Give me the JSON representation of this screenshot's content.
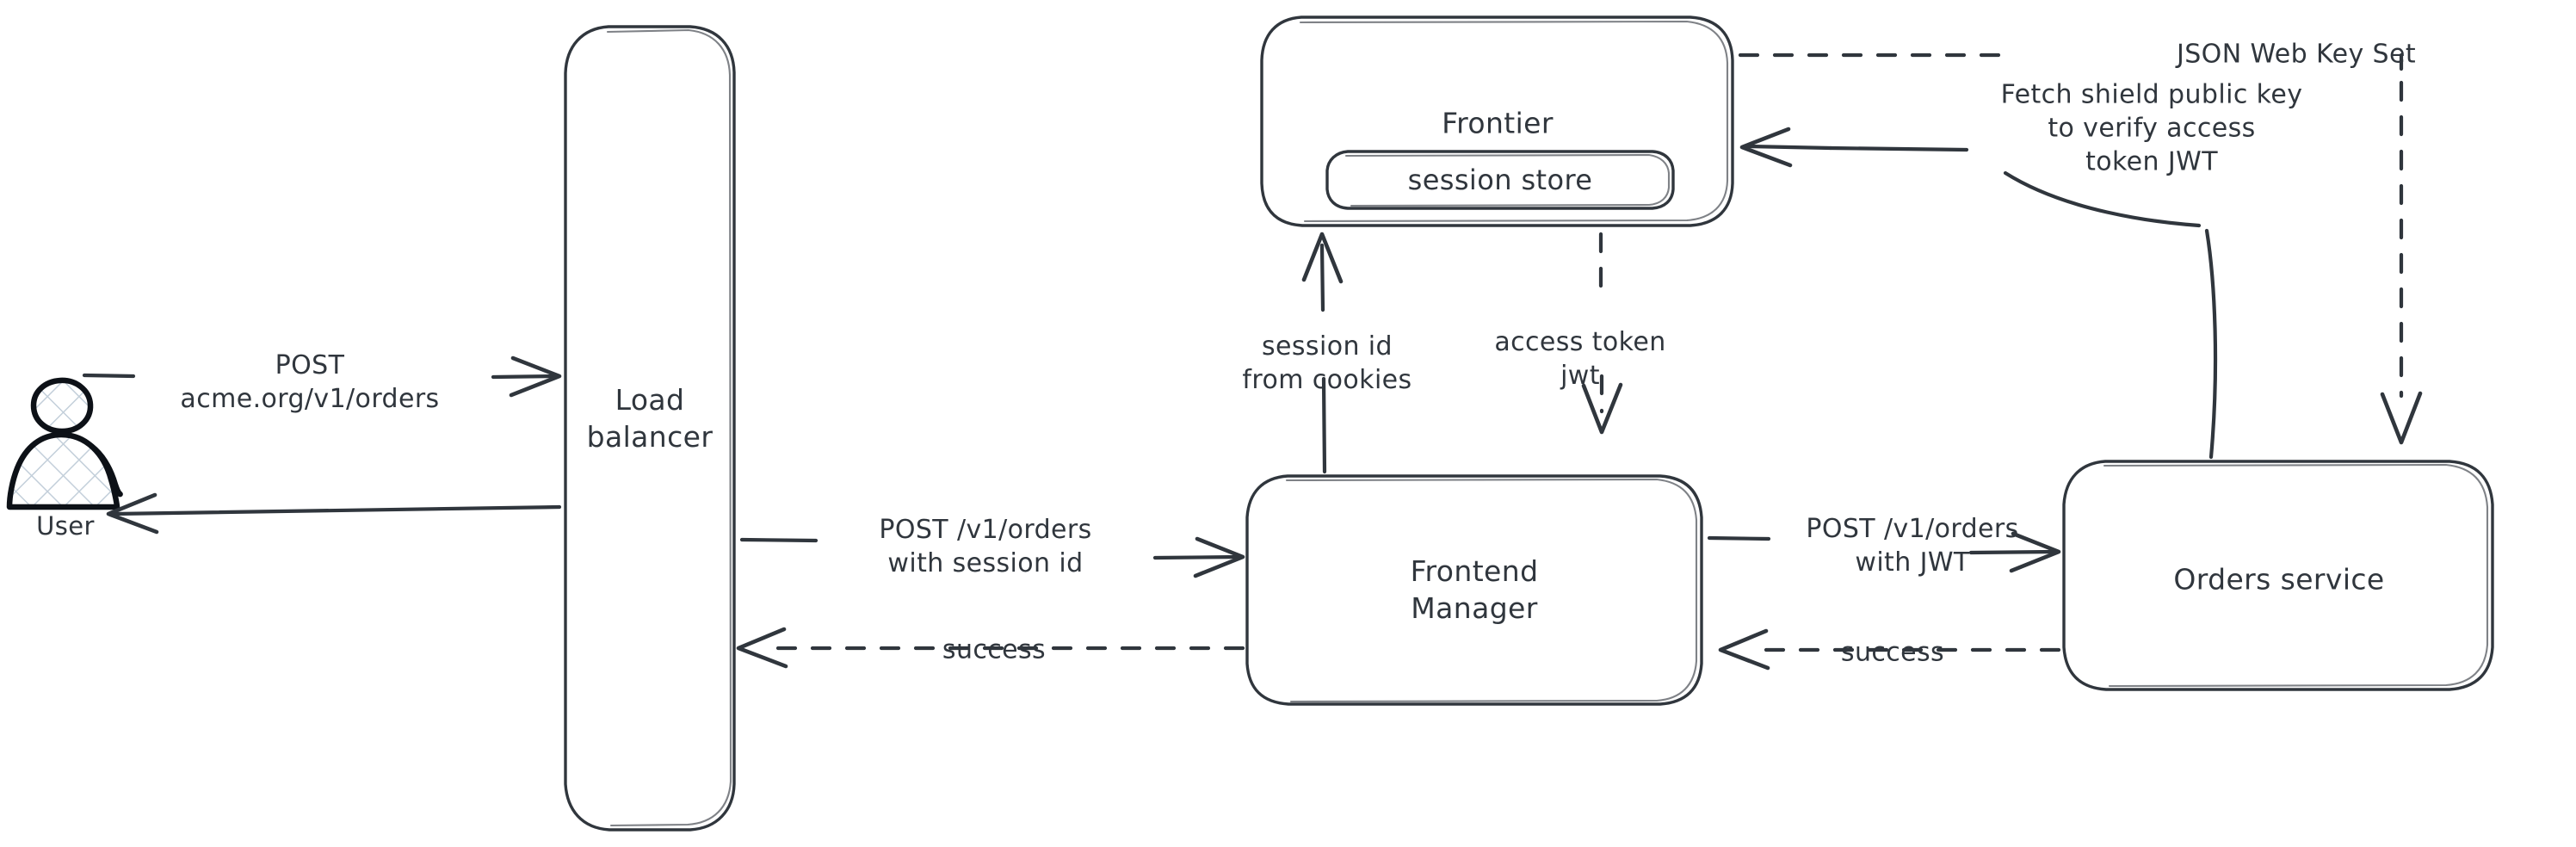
{
  "diagram": {
    "title": "Order request auth flow",
    "stroke_color": "#30363d",
    "background": "#ffffff",
    "actor_fill": "#c9d4de"
  },
  "actors": [
    {
      "id": "user",
      "name": "user-actor",
      "label": "User",
      "icon": "person-icon"
    }
  ],
  "nodes": [
    {
      "id": "load_balancer",
      "name": "load-balancer-node",
      "label": "Load\nbalancer",
      "shape": "rounded-rect"
    },
    {
      "id": "frontier",
      "name": "frontier-node",
      "label": "Frontier",
      "shape": "rounded-rect"
    },
    {
      "id": "session_store",
      "name": "session-store-node",
      "label": "session store",
      "shape": "rounded-rect"
    },
    {
      "id": "frontend_manager",
      "name": "frontend-manager-node",
      "label": "Frontend\nManager",
      "shape": "rounded-rect"
    },
    {
      "id": "orders_service",
      "name": "orders-service-node",
      "label": "Orders service",
      "shape": "rounded-rect"
    }
  ],
  "edges": [
    {
      "id": "e1",
      "name": "edge-user-to-load-balancer",
      "from": "user",
      "to": "load_balancer",
      "label": "POST\nacme.org/v1/orders",
      "style": "solid",
      "direction": "right"
    },
    {
      "id": "e2",
      "name": "edge-load-balancer-to-user",
      "from": "load_balancer",
      "to": "user",
      "label": "",
      "style": "solid",
      "direction": "left"
    },
    {
      "id": "e3",
      "name": "edge-load-balancer-to-frontend",
      "from": "load_balancer",
      "to": "frontend_manager",
      "label": "POST /v1/orders\nwith session id",
      "style": "solid",
      "direction": "right"
    },
    {
      "id": "e4",
      "name": "edge-frontend-to-load-balancer",
      "from": "frontend_manager",
      "to": "load_balancer",
      "label": "success",
      "style": "dashed",
      "direction": "left"
    },
    {
      "id": "e5",
      "name": "edge-frontend-to-frontier",
      "from": "frontend_manager",
      "to": "frontier",
      "label": "session id\nfrom cookies",
      "style": "solid",
      "direction": "up"
    },
    {
      "id": "e6",
      "name": "edge-frontier-to-frontend",
      "from": "frontier",
      "to": "frontend_manager",
      "label": "access token\njwt",
      "style": "dashed",
      "direction": "down"
    },
    {
      "id": "e7",
      "name": "edge-frontend-to-orders",
      "from": "frontend_manager",
      "to": "orders_service",
      "label": "POST /v1/orders\nwith JWT",
      "style": "solid",
      "direction": "right"
    },
    {
      "id": "e8",
      "name": "edge-orders-to-frontend",
      "from": "orders_service",
      "to": "frontend_manager",
      "label": "success",
      "style": "dashed",
      "direction": "left"
    },
    {
      "id": "e9",
      "name": "edge-orders-to-frontier",
      "from": "orders_service",
      "to": "frontier",
      "label": "Fetch shield public key\nto verify access\ntoken JWT",
      "style": "solid",
      "direction": "left"
    },
    {
      "id": "e10",
      "name": "edge-frontier-to-orders-jwks",
      "from": "frontier",
      "to": "orders_service",
      "label": "JSON Web Key Set",
      "style": "dashed",
      "direction": "down"
    }
  ],
  "labels": {
    "user": "User",
    "load_balancer_line1": "Load",
    "load_balancer_line2": "balancer",
    "frontier": "Frontier",
    "session_store": "session store",
    "frontend_manager_line1": "Frontend",
    "frontend_manager_line2": "Manager",
    "orders_service": "Orders service",
    "post_acme_line1": "POST",
    "post_acme_line2": "acme.org/v1/orders",
    "post_orders_session_line1": "POST /v1/orders",
    "post_orders_session_line2": "with session id",
    "success_left": "success",
    "session_id_line1": "session id",
    "session_id_line2": "from cookies",
    "access_token_line1": "access token",
    "access_token_line2": "jwt",
    "post_orders_jwt_line1": "POST /v1/orders",
    "post_orders_jwt_line2": "with JWT",
    "success_right": "success",
    "fetch_key_line1": "Fetch shield public key",
    "fetch_key_line2": "to verify access",
    "fetch_key_line3": "token JWT",
    "jwks": "JSON Web Key Set"
  }
}
